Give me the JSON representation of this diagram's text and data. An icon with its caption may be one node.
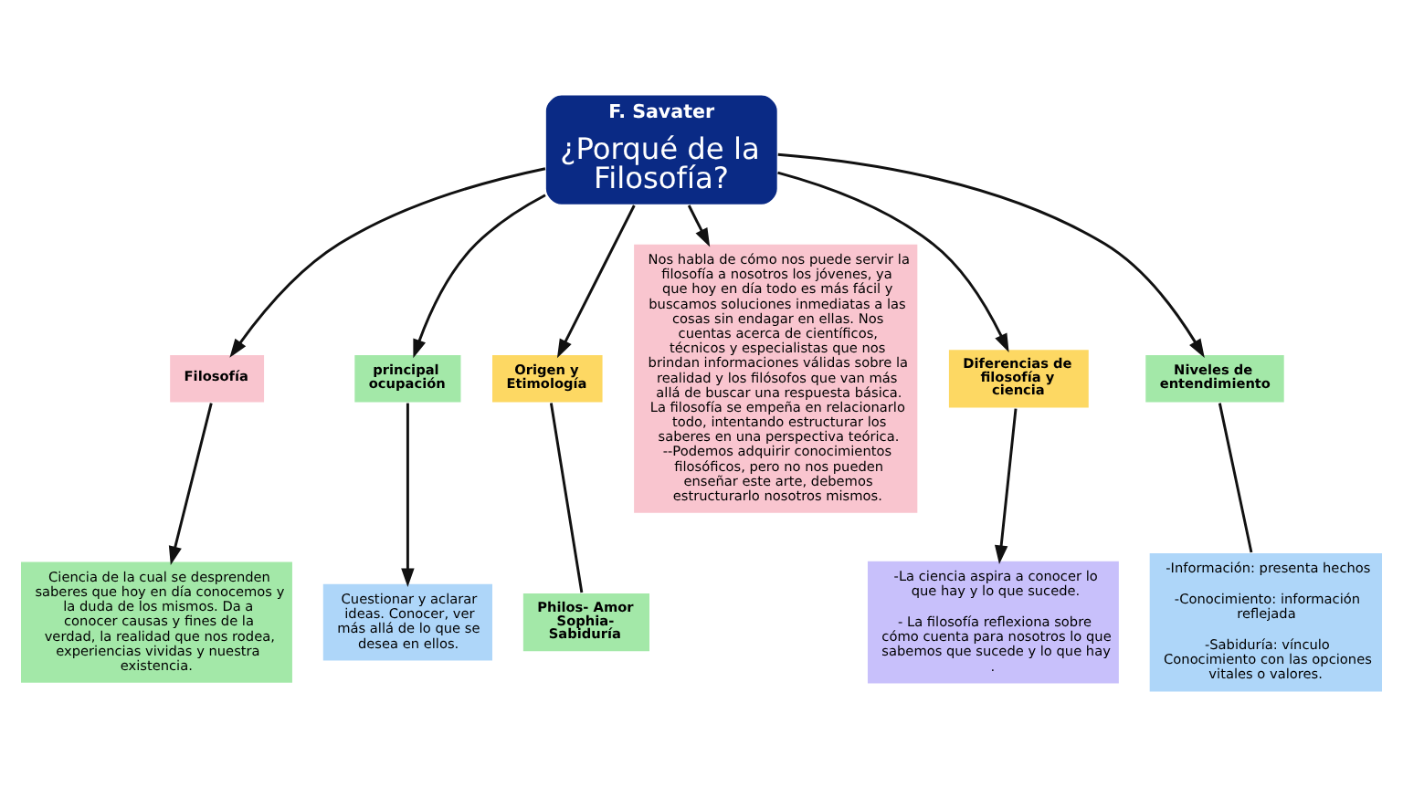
{
  "diagram": {
    "nodes": [
      {
        "text": [
          "F. Savater",
          "¿Porqué de la Filosofía?"
        ]
      },
      {
        "text": [
          "Filosofía"
        ]
      },
      {
        "text": [
          "Ciencia de la cual se desprenden saberes que hoy en día conocemos y la duda de los mismos. Da a conocer causas y fines de la verdad, la realidad que nos rodea, experiencias vividas y nuestra existencia."
        ]
      },
      {
        "text": [
          "principal ocupación"
        ]
      },
      {
        "text": [
          "Cuestionar y aclarar ideas. Conocer, ver más allá de lo que se desea en ellos."
        ]
      },
      {
        "text": [
          "Origen y Etimología"
        ]
      },
      {
        "text": [
          "Philos- Amor Sophia- Sabiduría"
        ]
      },
      {
        "text": [
          "Nos habla de cómo nos puede servir la filosofía a nosotros los jóvenes, ya que hoy en día todo es más fácil y buscamos soluciones inmediatas a las cosas sin endagar en ellas. Nos cuentas acerca de científicos, técnicos y especialistas que nos brindan informaciones válidas sobre la realidad y los filósofos que van más allá de buscar una respuesta básica. La filosofía se empeña en relacionarlo todo, intentando estructurar los saberes en una perspectiva teórica. --Podemos adquirir conocimientos filosóficos, pero no nos pueden enseñar este arte, debemos estructurarlo nosotros mismos."
        ]
      },
      {
        "text": [
          "Diferencias de filosofía y ciencia"
        ]
      },
      {
        "text": [
          "-La ciencia aspira a conocer lo que hay y lo que sucede.",
          "- La filosofía reflexiona sobre cómo cuenta para nosotros lo que sabemos que sucede y lo que hay ."
        ]
      },
      {
        "text": [
          "Niveles de entendimiento"
        ]
      },
      {
        "text": [
          "-Información: presenta hechos",
          "-Conocimiento: información reflejada",
          "-Sabiduría: vínculo Conocimiento con las opciones vitales o valores."
        ]
      }
    ],
    "edges": [
      {
        "from": 0,
        "to": 1,
        "arrow": "to"
      },
      {
        "from": 1,
        "to": 2,
        "arrow": "to"
      },
      {
        "from": 0,
        "to": 3,
        "arrow": "to"
      },
      {
        "from": 3,
        "to": 4,
        "arrow": "to"
      },
      {
        "from": 0,
        "to": 5,
        "arrow": "to"
      },
      {
        "from": 5,
        "to": 6,
        "arrow": "none"
      },
      {
        "from": 0,
        "to": 7,
        "arrow": "to"
      },
      {
        "from": 0,
        "to": 8,
        "arrow": "to"
      },
      {
        "from": 8,
        "to": 9,
        "arrow": "to"
      },
      {
        "from": 0,
        "to": 10,
        "arrow": "to"
      },
      {
        "from": 10,
        "to": 11,
        "arrow": "none"
      }
    ]
  }
}
